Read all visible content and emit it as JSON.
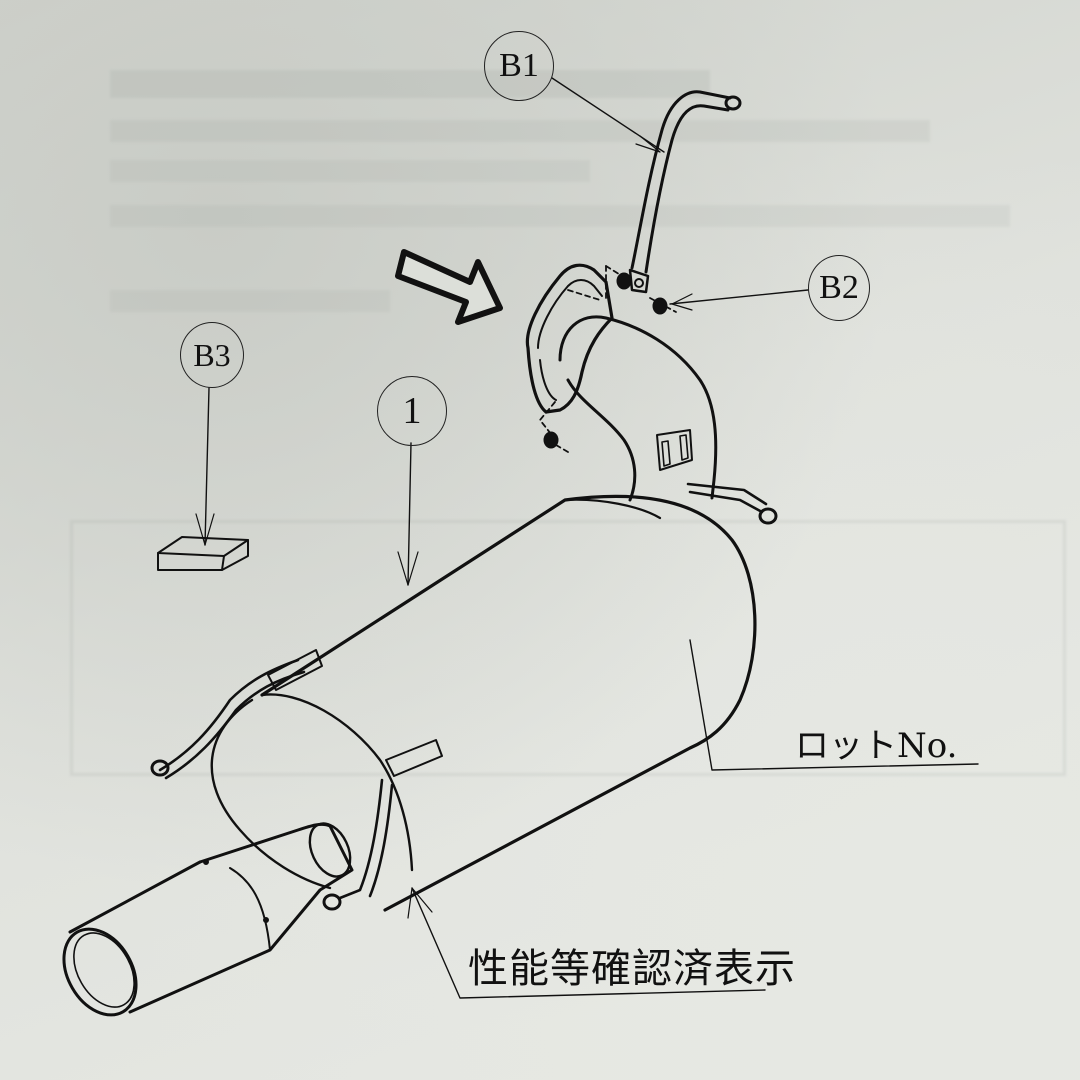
{
  "diagram": {
    "type": "exhaust-muffler-installation-diagram",
    "callouts": [
      {
        "id": "B1",
        "label": "B1",
        "target": "hanger-bracket"
      },
      {
        "id": "B2",
        "label": "B2",
        "target": "flange-nuts"
      },
      {
        "id": "B3",
        "label": "B3",
        "target": "rubber-pad"
      },
      {
        "id": "1",
        "label": "1",
        "target": "muffler-assembly"
      }
    ],
    "annotations": {
      "lot_number": "ロットNo.",
      "performance_label": "性能等確認済表示"
    },
    "colors": {
      "paper": "#dcdfd9",
      "ink": "#111111",
      "bleed_through": "#9aa09a"
    }
  }
}
